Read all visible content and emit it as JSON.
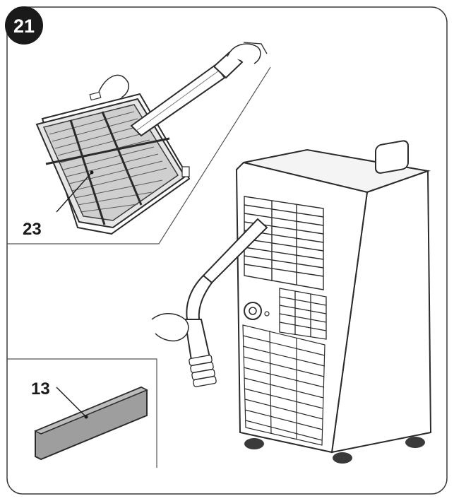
{
  "figure": {
    "step_number": "21",
    "callouts": {
      "filter_grille": "23",
      "filter_pad": "13"
    }
  },
  "colors": {
    "outline": "#2b2b2b",
    "filter_mesh": "#c9c9c9",
    "pad_fill": "#9e9e9e",
    "badge": "#1a1a1a"
  }
}
